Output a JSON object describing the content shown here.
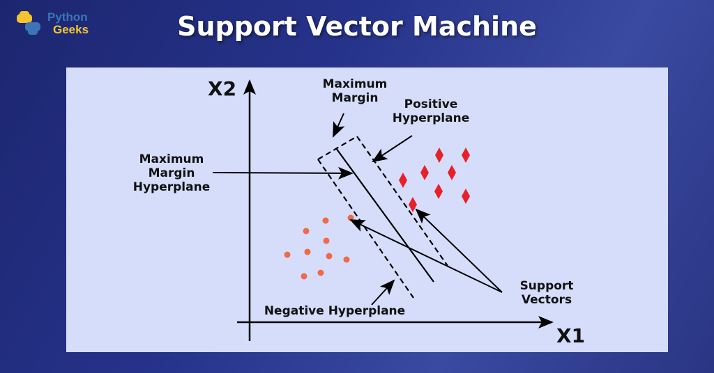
{
  "logo": {
    "line1": "Python",
    "line2": "Geeks"
  },
  "title": "Support Vector Machine",
  "diagram": {
    "x_axis_label": "X1",
    "y_axis_label": "X2",
    "labels": {
      "maximum_margin": [
        "Maximum",
        "Margin"
      ],
      "positive_hyperplane": [
        "Positive",
        "Hyperplane"
      ],
      "maximum_margin_hyperplane": [
        "Maximum",
        "Margin",
        "Hyperplane"
      ],
      "support_vectors": [
        "Support",
        "Vectors"
      ],
      "negative_hyperplane": "Negative Hyperplane"
    },
    "colors": {
      "positive_class": "#e8202a",
      "negative_class": "#ee6a48",
      "panel": "#d6ddfa"
    }
  }
}
